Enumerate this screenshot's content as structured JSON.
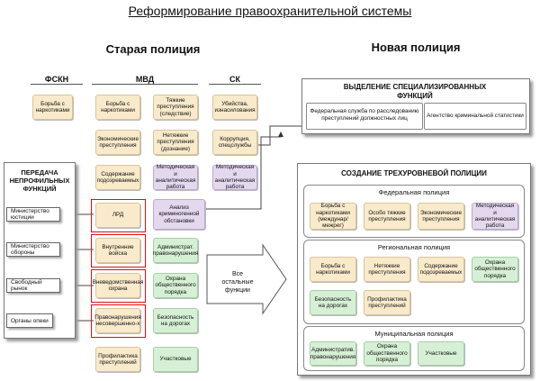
{
  "title": "Реформирование правоохранительной системы",
  "old_police": "Старая полиция",
  "new_police": "Новая полиция",
  "org": {
    "fskn": "ФСКН",
    "mvd": "МВД",
    "sk": "СК"
  },
  "fskn_cards": [
    "Борьба с наркотиками"
  ],
  "mvd_left": [
    "Борьба с наркотиками",
    "Экономические преступления",
    "Содержание подозреваемых",
    "ЛРД",
    "Внутренние войска",
    "Вневедомственная охрана",
    "Правонарушения несовершенно-х",
    "Профилактика преступлений"
  ],
  "mvd_right": [
    "Тяжкие преступления (следствие)",
    "Нетяжкие преступления (дознание)",
    "Методическая и аналитическая работа",
    "Анализ криминогенной обстановки",
    "Администрат. правонарушения",
    "Охрана общественного порядка",
    "Безопасность на дорогах",
    "Участковые"
  ],
  "sk_cards": [
    "Убийства, изнасилования",
    "Коррупция, спецслужбы",
    "Методическая и аналитическая работа"
  ],
  "transfer": {
    "title": "ПЕРЕДАЧА НЕПРОФИЛЬНЫХ ФУНКЦИЙ",
    "items": [
      "Министерство юстиции",
      "Министерство обороны",
      "Свободный рынок",
      "Органы опеки"
    ]
  },
  "special": {
    "title": "ВЫДЕЛЕНИЕ СПЕЦИАЛИЗИРОВАННЫХ ФУНКЦИЙ",
    "items": [
      "Федеральная служба по расследованию преступлений должностных лиц",
      "Агентство криминальной статистики"
    ]
  },
  "other_functions": "Все остальные функции",
  "three_level": {
    "title": "СОЗДАНИЕ ТРЕХУРОВНЕВОЙ ПОЛИЦИИ",
    "federal": {
      "label": "Федеральная полиция",
      "cards": [
        "Борьба с наркотиками (междунар/межрег)",
        "Особо тяжкие преступления",
        "Экономические преступления",
        "Методическая и аналитическая работа"
      ]
    },
    "regional": {
      "label": "Региональная полиция",
      "cards": [
        "Борьба с наркотиками",
        "Нетяжкие преступления",
        "Содержание подозреваемых",
        "Охрана общественного порядка",
        "Безопасность на дорогах",
        "Профилактика преступлений"
      ]
    },
    "municipal": {
      "label": "Муниципальная полиция",
      "cards": [
        "Административ. правонарушения",
        "Охрана общественного порядка",
        "Участковые"
      ]
    }
  },
  "colors": {
    "yellow": "#f9eacb",
    "green": "#d6f0d5",
    "purple": "#e4d8ef",
    "red": "#dd1111"
  }
}
